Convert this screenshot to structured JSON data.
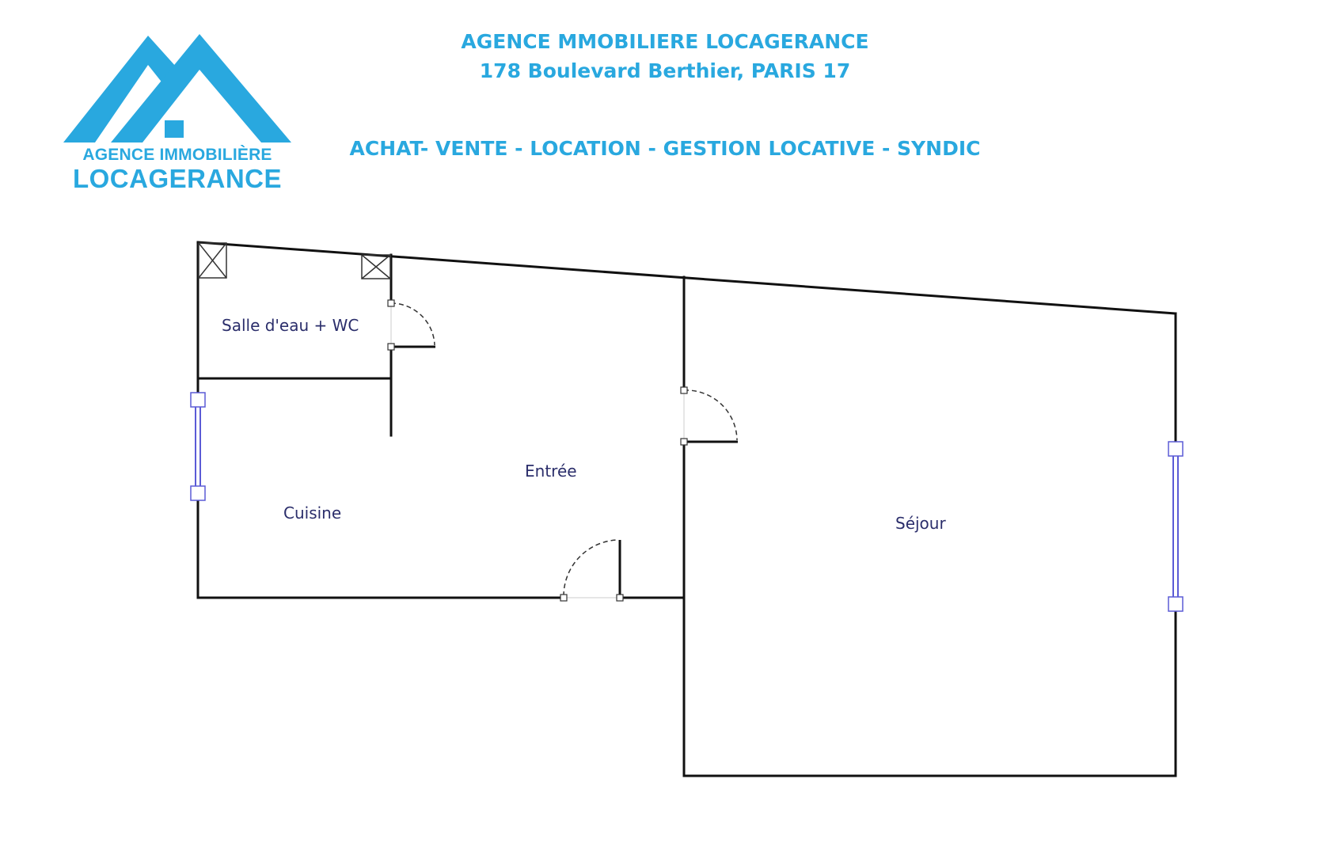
{
  "header": {
    "agency_name": "AGENCE MMOBILIERE LOCAGERANCE",
    "address": "178 Boulevard Berthier, PARIS 17",
    "services": "ACHAT- VENTE - LOCATION - GESTION LOCATIVE - SYNDIC"
  },
  "logo": {
    "line1": "AGENCE IMMOBILIÈRE",
    "line2": "LOCAGERANCE",
    "color": "#29a8df"
  },
  "floor_plan": {
    "rooms": {
      "salle_eau": "Salle d'eau + WC",
      "entree": "Entrée",
      "cuisine": "Cuisine",
      "sejour": "Séjour"
    },
    "wall_color": "#111111",
    "window_color": "#5b5bd6",
    "label_color": "#2b2e6b"
  }
}
